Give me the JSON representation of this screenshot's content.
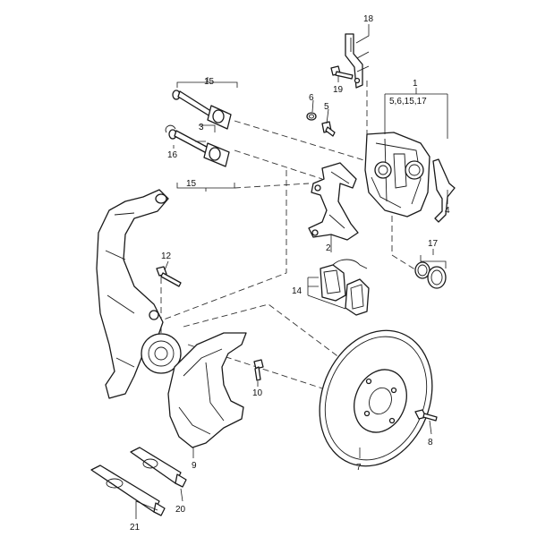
{
  "callouts": {
    "c1": "1",
    "c1_sub": "5,6,15,17",
    "c2": "2",
    "c3": "3",
    "c4": "4",
    "c5": "5",
    "c6": "6",
    "c7": "7",
    "c8": "8",
    "c9": "9",
    "c10": "10",
    "c12": "12",
    "c14": "14",
    "c15a": "15",
    "c15b": "15",
    "c16": "16",
    "c17": "17",
    "c18": "18",
    "c19": "19",
    "c20": "20",
    "c21": "21"
  }
}
